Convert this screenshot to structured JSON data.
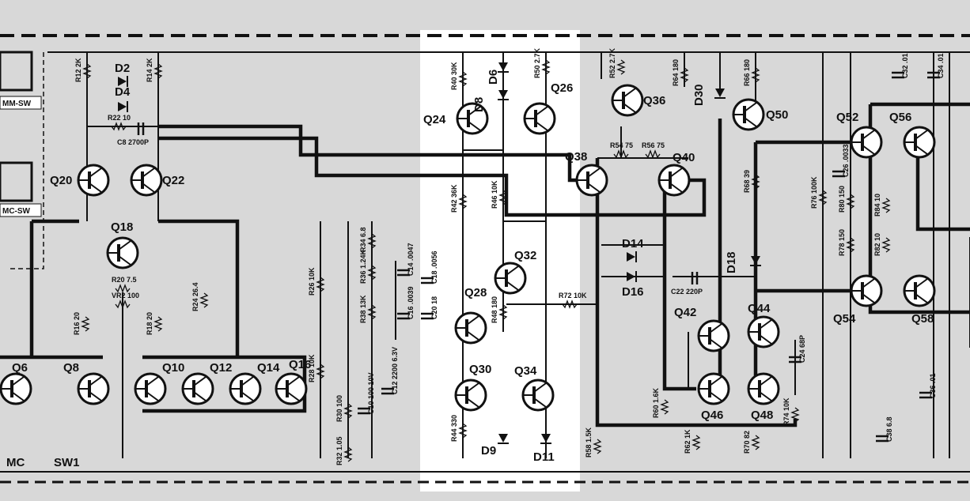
{
  "switches": [
    "MM-SW",
    "MC-SW"
  ],
  "transistors": [
    {
      "name": "Q6"
    },
    {
      "name": "Q8"
    },
    {
      "name": "Q10"
    },
    {
      "name": "Q12"
    },
    {
      "name": "Q14"
    },
    {
      "name": "Q16"
    },
    {
      "name": "Q18"
    },
    {
      "name": "Q20"
    },
    {
      "name": "Q22"
    },
    {
      "name": "Q24"
    },
    {
      "name": "Q26"
    },
    {
      "name": "Q28"
    },
    {
      "name": "Q30"
    },
    {
      "name": "Q32"
    },
    {
      "name": "Q34"
    },
    {
      "name": "Q36"
    },
    {
      "name": "Q38"
    },
    {
      "name": "Q40"
    },
    {
      "name": "Q42"
    },
    {
      "name": "Q44"
    },
    {
      "name": "Q46"
    },
    {
      "name": "Q48"
    },
    {
      "name": "Q50"
    },
    {
      "name": "Q52"
    },
    {
      "name": "Q54"
    },
    {
      "name": "Q56"
    },
    {
      "name": "Q58"
    }
  ],
  "diodes": [
    "D2",
    "D4",
    "D6",
    "D8",
    "D9",
    "D11",
    "D14",
    "D16",
    "D18",
    "D30"
  ],
  "resistors": [
    {
      "name": "R12",
      "value": "2K"
    },
    {
      "name": "R14",
      "value": "2K"
    },
    {
      "name": "R22",
      "value": "10"
    },
    {
      "name": "R20",
      "value": "7.5"
    },
    {
      "name": "VR2",
      "value": "100"
    },
    {
      "name": "R16",
      "value": "20"
    },
    {
      "name": "R18",
      "value": "20"
    },
    {
      "name": "R24",
      "value": "26.4"
    },
    {
      "name": "R26",
      "value": "10K"
    },
    {
      "name": "R28",
      "value": "10K"
    },
    {
      "name": "R30",
      "value": "100"
    },
    {
      "name": "R32",
      "value": "1.05"
    },
    {
      "name": "R34",
      "value": "6.8"
    },
    {
      "name": "R36",
      "value": "1.24K"
    },
    {
      "name": "R38",
      "value": "13K"
    },
    {
      "name": "R40",
      "value": "30K"
    },
    {
      "name": "R42",
      "value": "36K"
    },
    {
      "name": "R44",
      "value": "330"
    },
    {
      "name": "R46",
      "value": "10K"
    },
    {
      "name": "R48",
      "value": "180"
    },
    {
      "name": "R50",
      "value": "2.7K"
    },
    {
      "name": "R52",
      "value": "2.7K"
    },
    {
      "name": "R54",
      "value": "75"
    },
    {
      "name": "R56",
      "value": "75"
    },
    {
      "name": "R58",
      "value": "1.5K"
    },
    {
      "name": "R60",
      "value": "1.6K"
    },
    {
      "name": "R62",
      "value": "1K"
    },
    {
      "name": "R64",
      "value": "180"
    },
    {
      "name": "R66",
      "value": "180"
    },
    {
      "name": "R68",
      "value": "39"
    },
    {
      "name": "R70",
      "value": "82"
    },
    {
      "name": "R72",
      "value": "10K"
    },
    {
      "name": "R74",
      "value": "10K"
    },
    {
      "name": "R76",
      "value": "100K"
    },
    {
      "name": "R78",
      "value": "150"
    },
    {
      "name": "R80",
      "value": "150"
    },
    {
      "name": "R82",
      "value": "10"
    },
    {
      "name": "R84",
      "value": "10"
    }
  ],
  "capacitors": [
    {
      "name": "C8",
      "value": "2700P"
    },
    {
      "name": "C12",
      "value": "2200 6.3V"
    },
    {
      "name": "C10",
      "value": "100 10V"
    },
    {
      "name": "C14",
      "value": ".0047"
    },
    {
      "name": "C16",
      "value": ".0039"
    },
    {
      "name": "C18",
      "value": ".0056"
    },
    {
      "name": "C20",
      "value": "18"
    },
    {
      "name": "C22",
      "value": "220P"
    },
    {
      "name": "C24",
      "value": "68P"
    },
    {
      "name": "C26",
      "value": ".0033"
    },
    {
      "name": "C32",
      "value": ".01"
    },
    {
      "name": "C34",
      "value": ".01"
    },
    {
      "name": "C36",
      "value": ".01"
    },
    {
      "name": "C38",
      "value": "6.8"
    }
  ],
  "switch_label": "SW1",
  "mode_label": "MC"
}
